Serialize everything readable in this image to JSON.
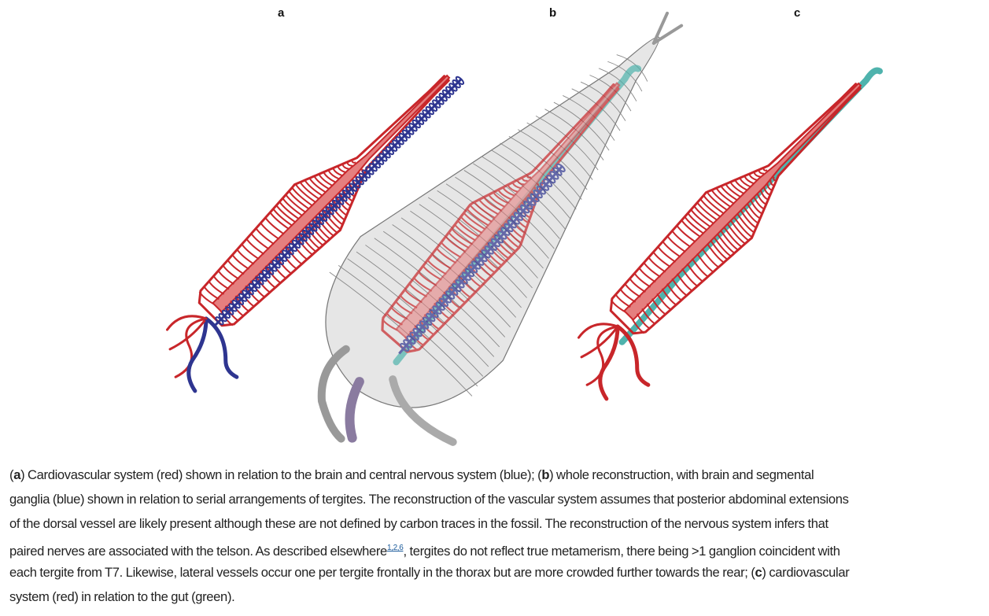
{
  "panels": [
    {
      "label": "a",
      "description_colors": {
        "vascular": "#c8262a",
        "nervous": "#2e3590"
      }
    },
    {
      "label": "b",
      "description_colors": {
        "body": "#d8d8d8",
        "vascular": "#c8262a",
        "nervous": "#2e3590",
        "gut": "#4fb3ad"
      }
    },
    {
      "label": "c",
      "description_colors": {
        "vascular": "#c8262a",
        "gut": "#4fb3ad"
      }
    }
  ],
  "caption": {
    "line1": {
      "open": "(",
      "a": "a",
      "t1": ") Cardiovascular system (red) shown in relation to the brain and central nervous system (blue); (",
      "b": "b",
      "t2": ") whole reconstruction, with brain and segmental"
    },
    "line2": "ganglia (blue) shown in relation to serial arrangements of tergites. The reconstruction of the vascular system assumes that posterior abdominal extensions",
    "line3": "of the dorsal vessel are likely present although these are not defined by carbon traces in the fossil. The reconstruction of the nervous system infers that",
    "line4": {
      "before": "paired nerves are associated with the telson. As described elsewhere",
      "refs": "1,2,6",
      "after": ", tergites do not reflect true metamerism, there being >1 ganglion coincident with"
    },
    "line5": {
      "t1": "each tergite from T7. Likewise, lateral vessels occur one per tergite frontally in the thorax but are more crowded further towards the rear; (",
      "c": "c",
      "t2": ") cardiovascular"
    },
    "line6": "system (red) in relation to the gut (green)."
  }
}
